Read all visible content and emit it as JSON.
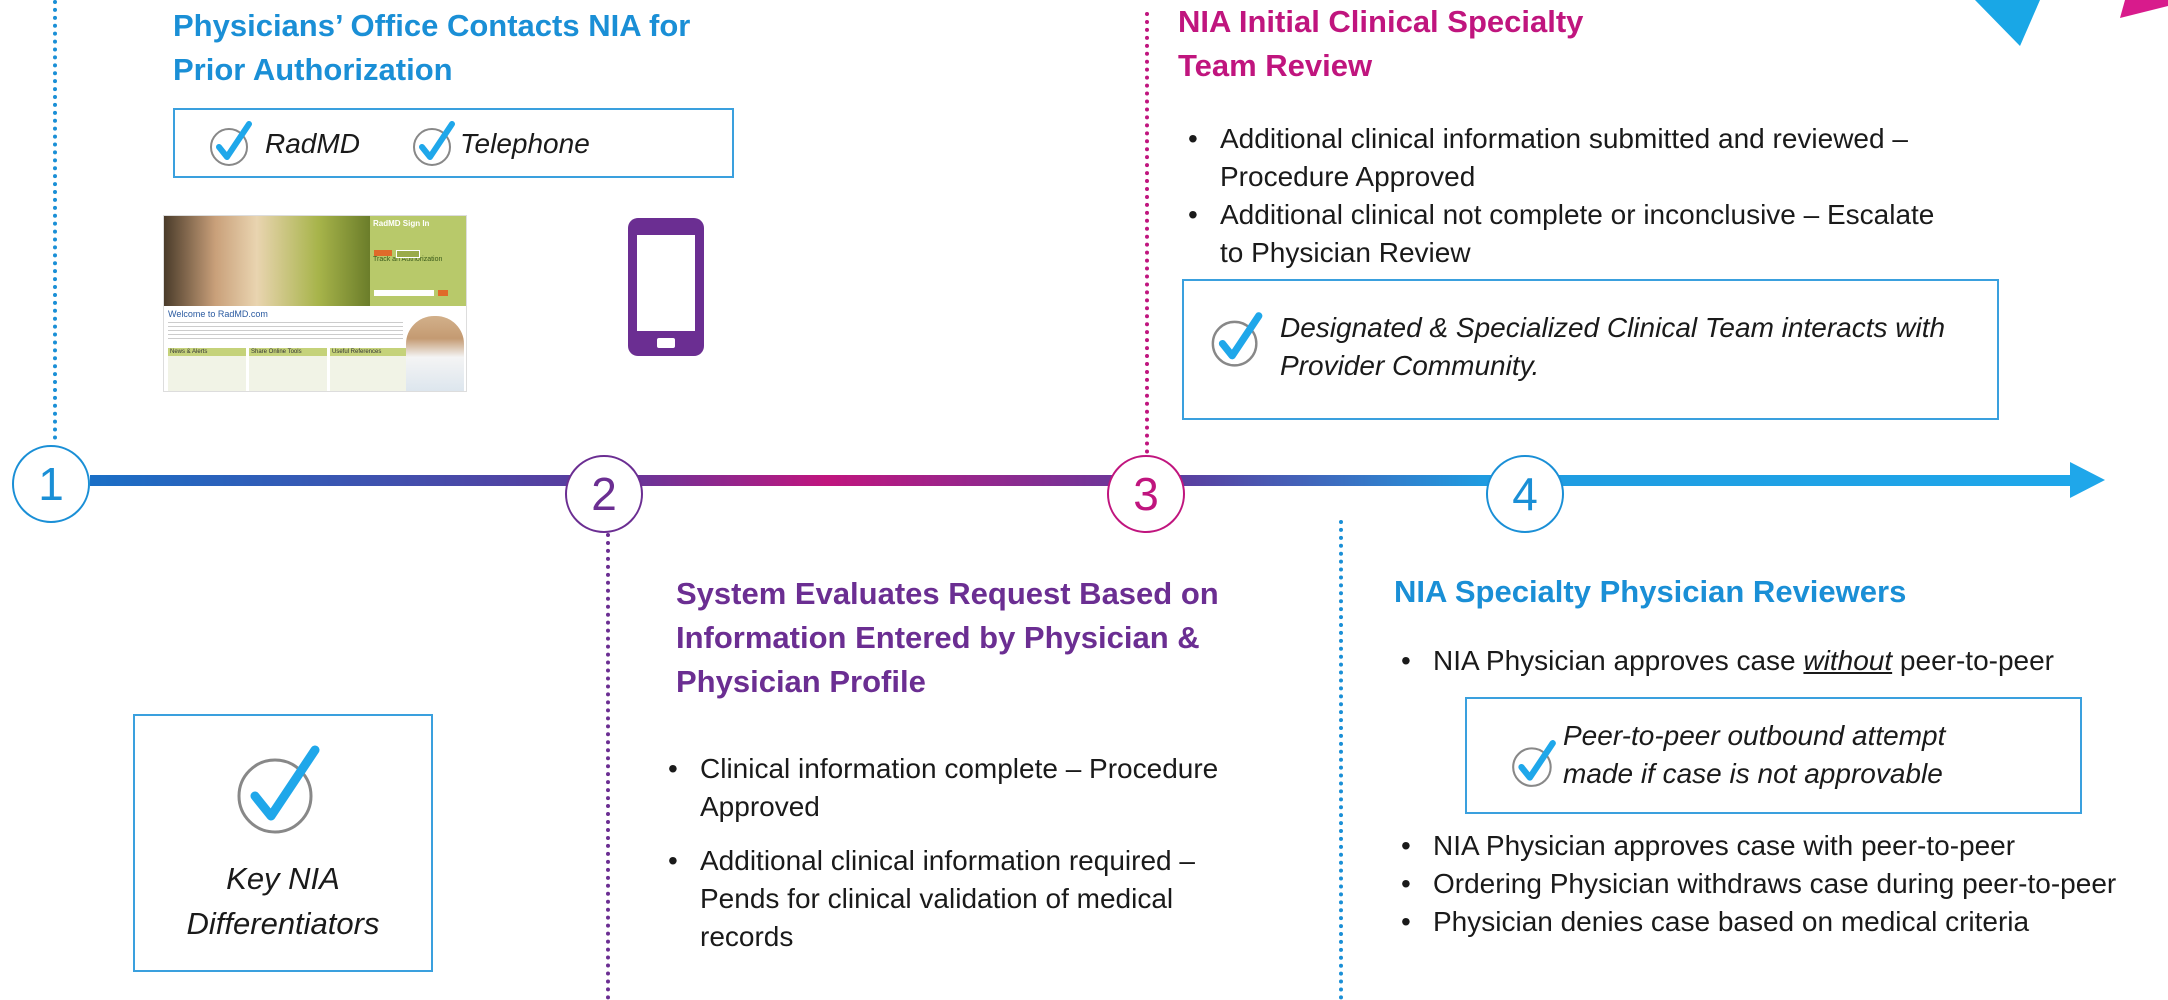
{
  "colors": {
    "blue": "#1a8fd6",
    "magenta": "#c0157e",
    "purple": "#6b2e92",
    "box_border": "#3aa0de"
  },
  "step1": {
    "number": "1",
    "title_line1": "Physicians’ Office Contacts NIA for",
    "title_line2": "Prior Authorization",
    "options": [
      "RadMD",
      "Telephone"
    ],
    "screenshot": {
      "sign_in": "RadMD Sign In",
      "track": "Track an Authorization",
      "welcome": "Welcome to RadMD.com",
      "columns": [
        "News & Alerts",
        "Share Online Tools",
        "Useful References"
      ]
    }
  },
  "step2": {
    "number": "2",
    "title_line1": "System Evaluates Request Based on",
    "title_line2": "Information Entered by Physician &",
    "title_line3": "Physician Profile",
    "bullets": [
      {
        "line1": "Clinical information complete – Procedure",
        "line2": "Approved"
      },
      {
        "line1": "Additional clinical information required –",
        "line2": "Pends for clinical validation of medical",
        "line3": "records"
      }
    ]
  },
  "step3": {
    "number": "3",
    "title_line1": "NIA Initial Clinical Specialty",
    "title_line2": "Team Review",
    "bullets": [
      {
        "line1": "Additional clinical information submitted and reviewed –",
        "line2": "Procedure Approved"
      },
      {
        "line1": "Additional clinical not complete or inconclusive – Escalate",
        "line2": "to Physician Review"
      }
    ],
    "note_line1": "Designated & Specialized Clinical Team interacts with",
    "note_line2": "Provider Community."
  },
  "step4": {
    "number": "4",
    "title": "NIA Specialty Physician Reviewers",
    "bullet1_pre": "NIA Physician approves case ",
    "bullet1_em": "without",
    "bullet1_post": " peer-to-peer",
    "note_line1": "Peer-to-peer outbound attempt",
    "note_line2": "made if case is not approvable",
    "bullets": [
      "NIA Physician approves case with peer-to-peer",
      "Ordering Physician withdraws case during peer-to-peer",
      "Physician denies case based on medical criteria"
    ]
  },
  "differentiators": {
    "line1": "Key NIA",
    "line2": "Differentiators"
  },
  "icons": {
    "check": "check-circle-icon",
    "phone": "smartphone-icon",
    "logo": "logo-shapes-icon"
  }
}
